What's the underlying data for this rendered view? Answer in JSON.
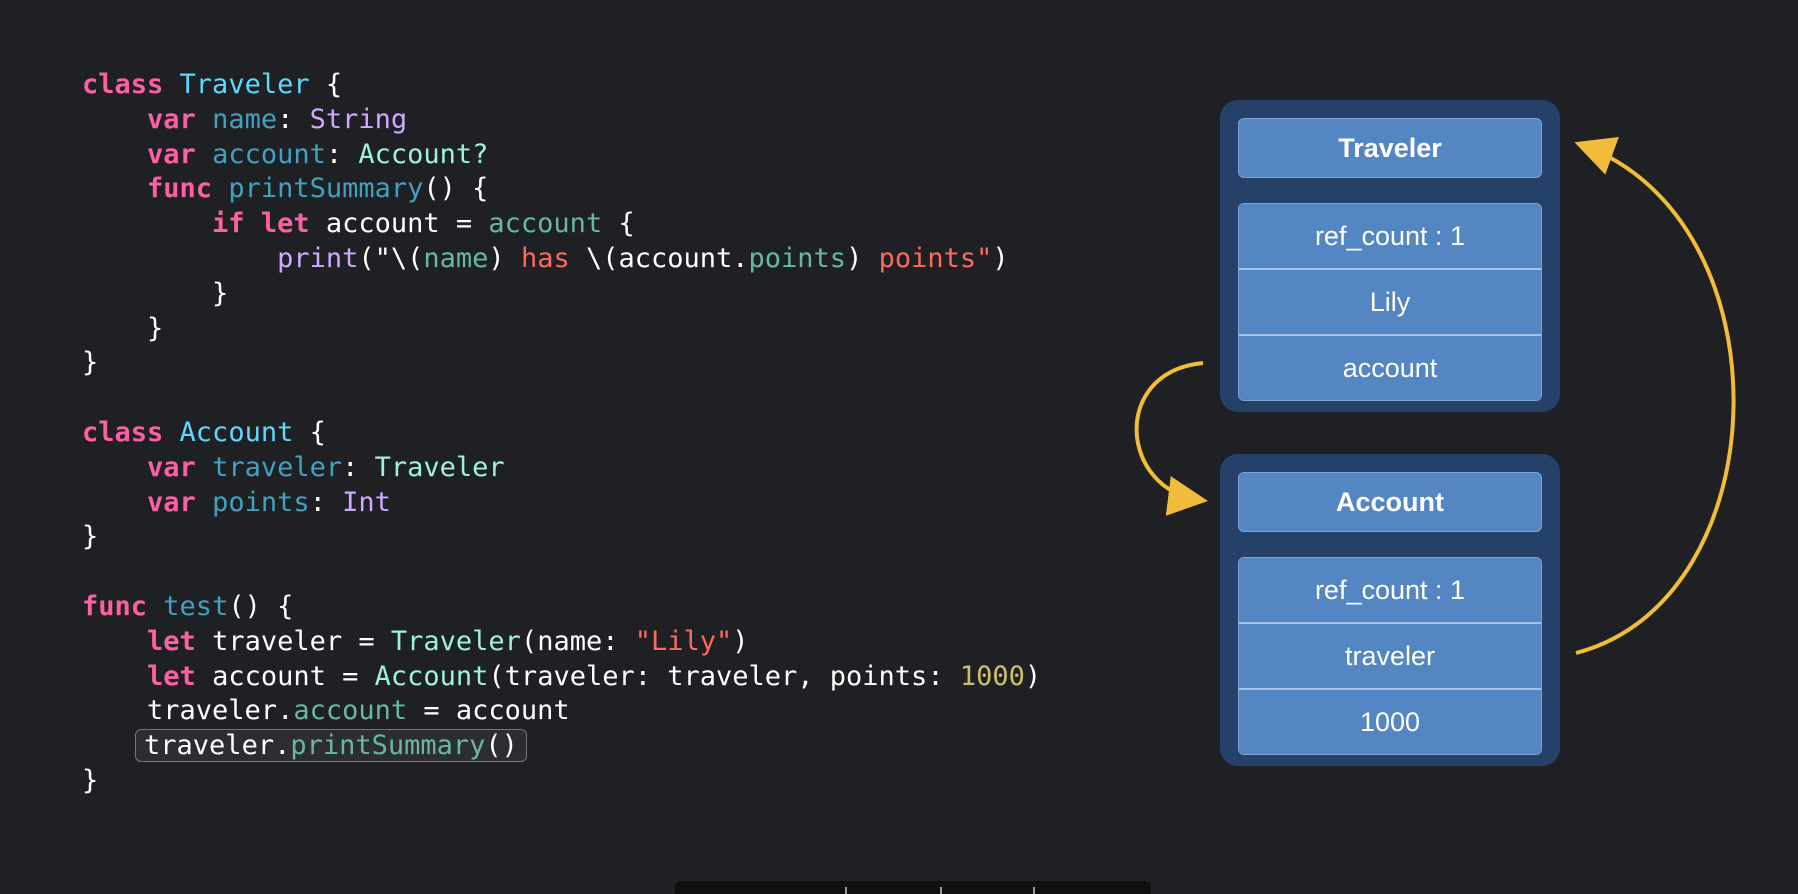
{
  "code_lines": [
    [
      [
        "kw",
        "class"
      ],
      [
        "plain",
        " "
      ],
      [
        "type",
        "Traveler"
      ],
      [
        "plain",
        " {"
      ]
    ],
    [
      [
        "plain",
        "    "
      ],
      [
        "kw",
        "var"
      ],
      [
        "plain",
        " "
      ],
      [
        "prop",
        "name"
      ],
      [
        "plain",
        ": "
      ],
      [
        "typeref",
        "String"
      ]
    ],
    [
      [
        "plain",
        "    "
      ],
      [
        "kw",
        "var"
      ],
      [
        "plain",
        " "
      ],
      [
        "prop",
        "account"
      ],
      [
        "plain",
        ": "
      ],
      [
        "typeuse",
        "Account?"
      ]
    ],
    [
      [
        "plain",
        "    "
      ],
      [
        "kw",
        "func"
      ],
      [
        "plain",
        " "
      ],
      [
        "func",
        "printSummary"
      ],
      [
        "plain",
        "() {"
      ]
    ],
    [
      [
        "plain",
        "        "
      ],
      [
        "kw",
        "if let"
      ],
      [
        "plain",
        " account = "
      ],
      [
        "call",
        "account"
      ],
      [
        "plain",
        " {"
      ]
    ],
    [
      [
        "plain",
        "            "
      ],
      [
        "builtin",
        "print"
      ],
      [
        "plain",
        "(\"\\("
      ],
      [
        "call",
        "name"
      ],
      [
        "plain",
        ") "
      ],
      [
        "str",
        "has"
      ],
      [
        "plain",
        " \\(account."
      ],
      [
        "call",
        "points"
      ],
      [
        "plain",
        ") "
      ],
      [
        "str",
        "points\""
      ],
      [
        "plain",
        ")"
      ]
    ],
    [
      [
        "plain",
        "        }"
      ]
    ],
    [
      [
        "plain",
        "    }"
      ]
    ],
    [
      [
        "plain",
        "}"
      ]
    ],
    [
      [
        "plain",
        ""
      ]
    ],
    [
      [
        "kw",
        "class"
      ],
      [
        "plain",
        " "
      ],
      [
        "type",
        "Account"
      ],
      [
        "plain",
        " {"
      ]
    ],
    [
      [
        "plain",
        "    "
      ],
      [
        "kw",
        "var"
      ],
      [
        "plain",
        " "
      ],
      [
        "prop",
        "traveler"
      ],
      [
        "plain",
        ": "
      ],
      [
        "typeuse",
        "Traveler"
      ]
    ],
    [
      [
        "plain",
        "    "
      ],
      [
        "kw",
        "var"
      ],
      [
        "plain",
        " "
      ],
      [
        "prop",
        "points"
      ],
      [
        "plain",
        ": "
      ],
      [
        "typeref",
        "Int"
      ]
    ],
    [
      [
        "plain",
        "}"
      ]
    ],
    [
      [
        "plain",
        ""
      ]
    ],
    [
      [
        "kw",
        "func"
      ],
      [
        "plain",
        " "
      ],
      [
        "func",
        "test"
      ],
      [
        "plain",
        "() {"
      ]
    ],
    [
      [
        "plain",
        "    "
      ],
      [
        "kw",
        "let"
      ],
      [
        "plain",
        " traveler = "
      ],
      [
        "typeuse",
        "Traveler"
      ],
      [
        "plain",
        "(name: "
      ],
      [
        "str",
        "\"Lily\""
      ],
      [
        "plain",
        ")"
      ]
    ],
    [
      [
        "plain",
        "    "
      ],
      [
        "kw",
        "let"
      ],
      [
        "plain",
        " account = "
      ],
      [
        "typeuse",
        "Account"
      ],
      [
        "plain",
        "(traveler: traveler, points: "
      ],
      [
        "num",
        "1000"
      ],
      [
        "plain",
        ")"
      ]
    ],
    [
      [
        "plain",
        "    traveler."
      ],
      [
        "call",
        "account"
      ],
      [
        "plain",
        " = account"
      ]
    ],
    [
      [
        "plain",
        "    "
      ],
      [
        "hl_start",
        ""
      ],
      [
        "plain",
        "traveler."
      ],
      [
        "call",
        "printSummary"
      ],
      [
        "plain",
        "()"
      ],
      [
        "hl_end",
        ""
      ]
    ],
    [
      [
        "plain",
        "}"
      ]
    ]
  ],
  "traveler_box": {
    "title": "Traveler",
    "fields": [
      "ref_count : 1",
      "Lily",
      "account"
    ]
  },
  "account_box": {
    "title": "Account",
    "fields": [
      "ref_count : 1",
      "traveler",
      "1000"
    ]
  },
  "colors": {
    "background": "#1f2024",
    "panel": "#25416a",
    "cell": "#5486c3",
    "arrow": "#f0bd3a",
    "keyword": "#fc5fa3"
  }
}
